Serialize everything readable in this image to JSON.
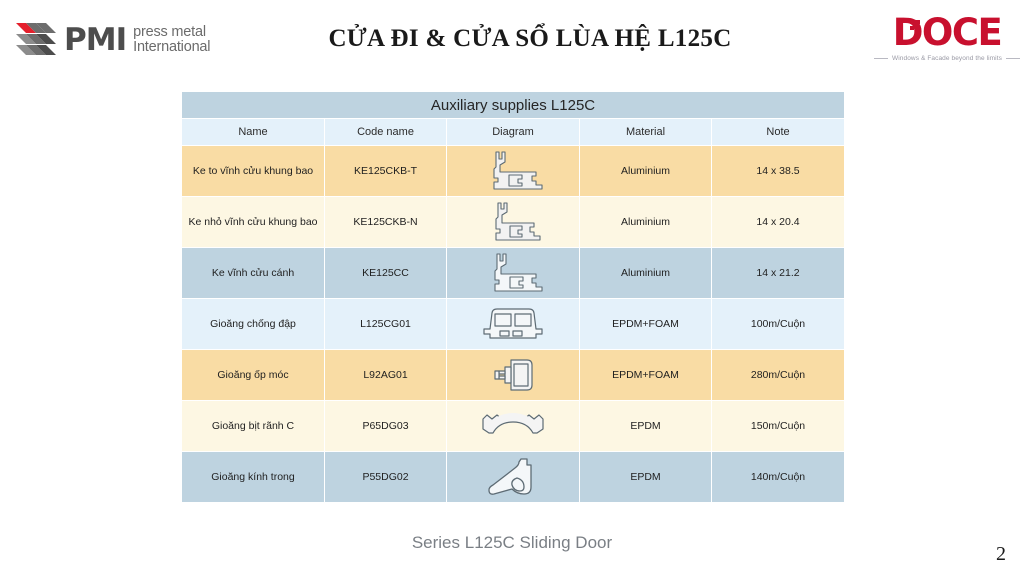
{
  "header": {
    "title": "CỬA ĐI & CỬA SỔ LÙA HỆ L125C",
    "left_logo": {
      "name": "pmi-logo",
      "wordmark": "PMI",
      "tagline_line1": "press metal",
      "tagline_line2": "International",
      "mark_icon": "chevrons-icon",
      "accent_color": "#e4202c",
      "text_color": "#4d4d4d"
    },
    "right_logo": {
      "name": "doce-logo",
      "wordmark": "DOCE",
      "tagline": "Windows & Facade beyond the limits",
      "brand_color": "#c8102e"
    }
  },
  "table": {
    "title": "Auxiliary supplies L125C",
    "columns": [
      "Name",
      "Code name",
      "Diagram",
      "Material",
      "Note"
    ],
    "rows": [
      {
        "name": "Ke to vĩnh cửu khung bao",
        "code": "KE125CKB-T",
        "diagram": "corner-bracket-large-icon",
        "material": "Aluminium",
        "note": "14 x 38.5",
        "tint": "#f9dca4"
      },
      {
        "name": "Ke nhỏ vĩnh cửu khung bao",
        "code": "KE125CKB-N",
        "diagram": "corner-bracket-small-icon",
        "material": "Aluminium",
        "note": "14 x 20.4",
        "tint": "#fdf7e3"
      },
      {
        "name": "Ke vĩnh cửu cánh",
        "code": "KE125CC",
        "diagram": "corner-bracket-sash-icon",
        "material": "Aluminium",
        "note": "14 x 21.2",
        "tint": "#bed3e0"
      },
      {
        "name": "Gioăng chống đập",
        "code": "L125CG01",
        "diagram": "bumper-gasket-icon",
        "material": "EPDM+FOAM",
        "note": "100m/Cuộn",
        "tint": "#e4f1fa"
      },
      {
        "name": "Gioăng ốp móc",
        "code": "L92AG01",
        "diagram": "hook-cover-gasket-icon",
        "material": "EPDM+FOAM",
        "note": "280m/Cuộn",
        "tint": "#f9dca4"
      },
      {
        "name": "Gioăng bịt rãnh C",
        "code": "P65DG03",
        "diagram": "c-groove-seal-gasket-icon",
        "material": "EPDM",
        "note": "150m/Cuộn",
        "tint": "#fdf7e3"
      },
      {
        "name": "Gioăng kính trong",
        "code": "P55DG02",
        "diagram": "inner-glazing-gasket-icon",
        "material": "EPDM",
        "note": "140m/Cuộn",
        "tint": "#bed3e0"
      }
    ]
  },
  "footer": {
    "caption": "Series L125C Sliding Door",
    "page_number": "2"
  }
}
